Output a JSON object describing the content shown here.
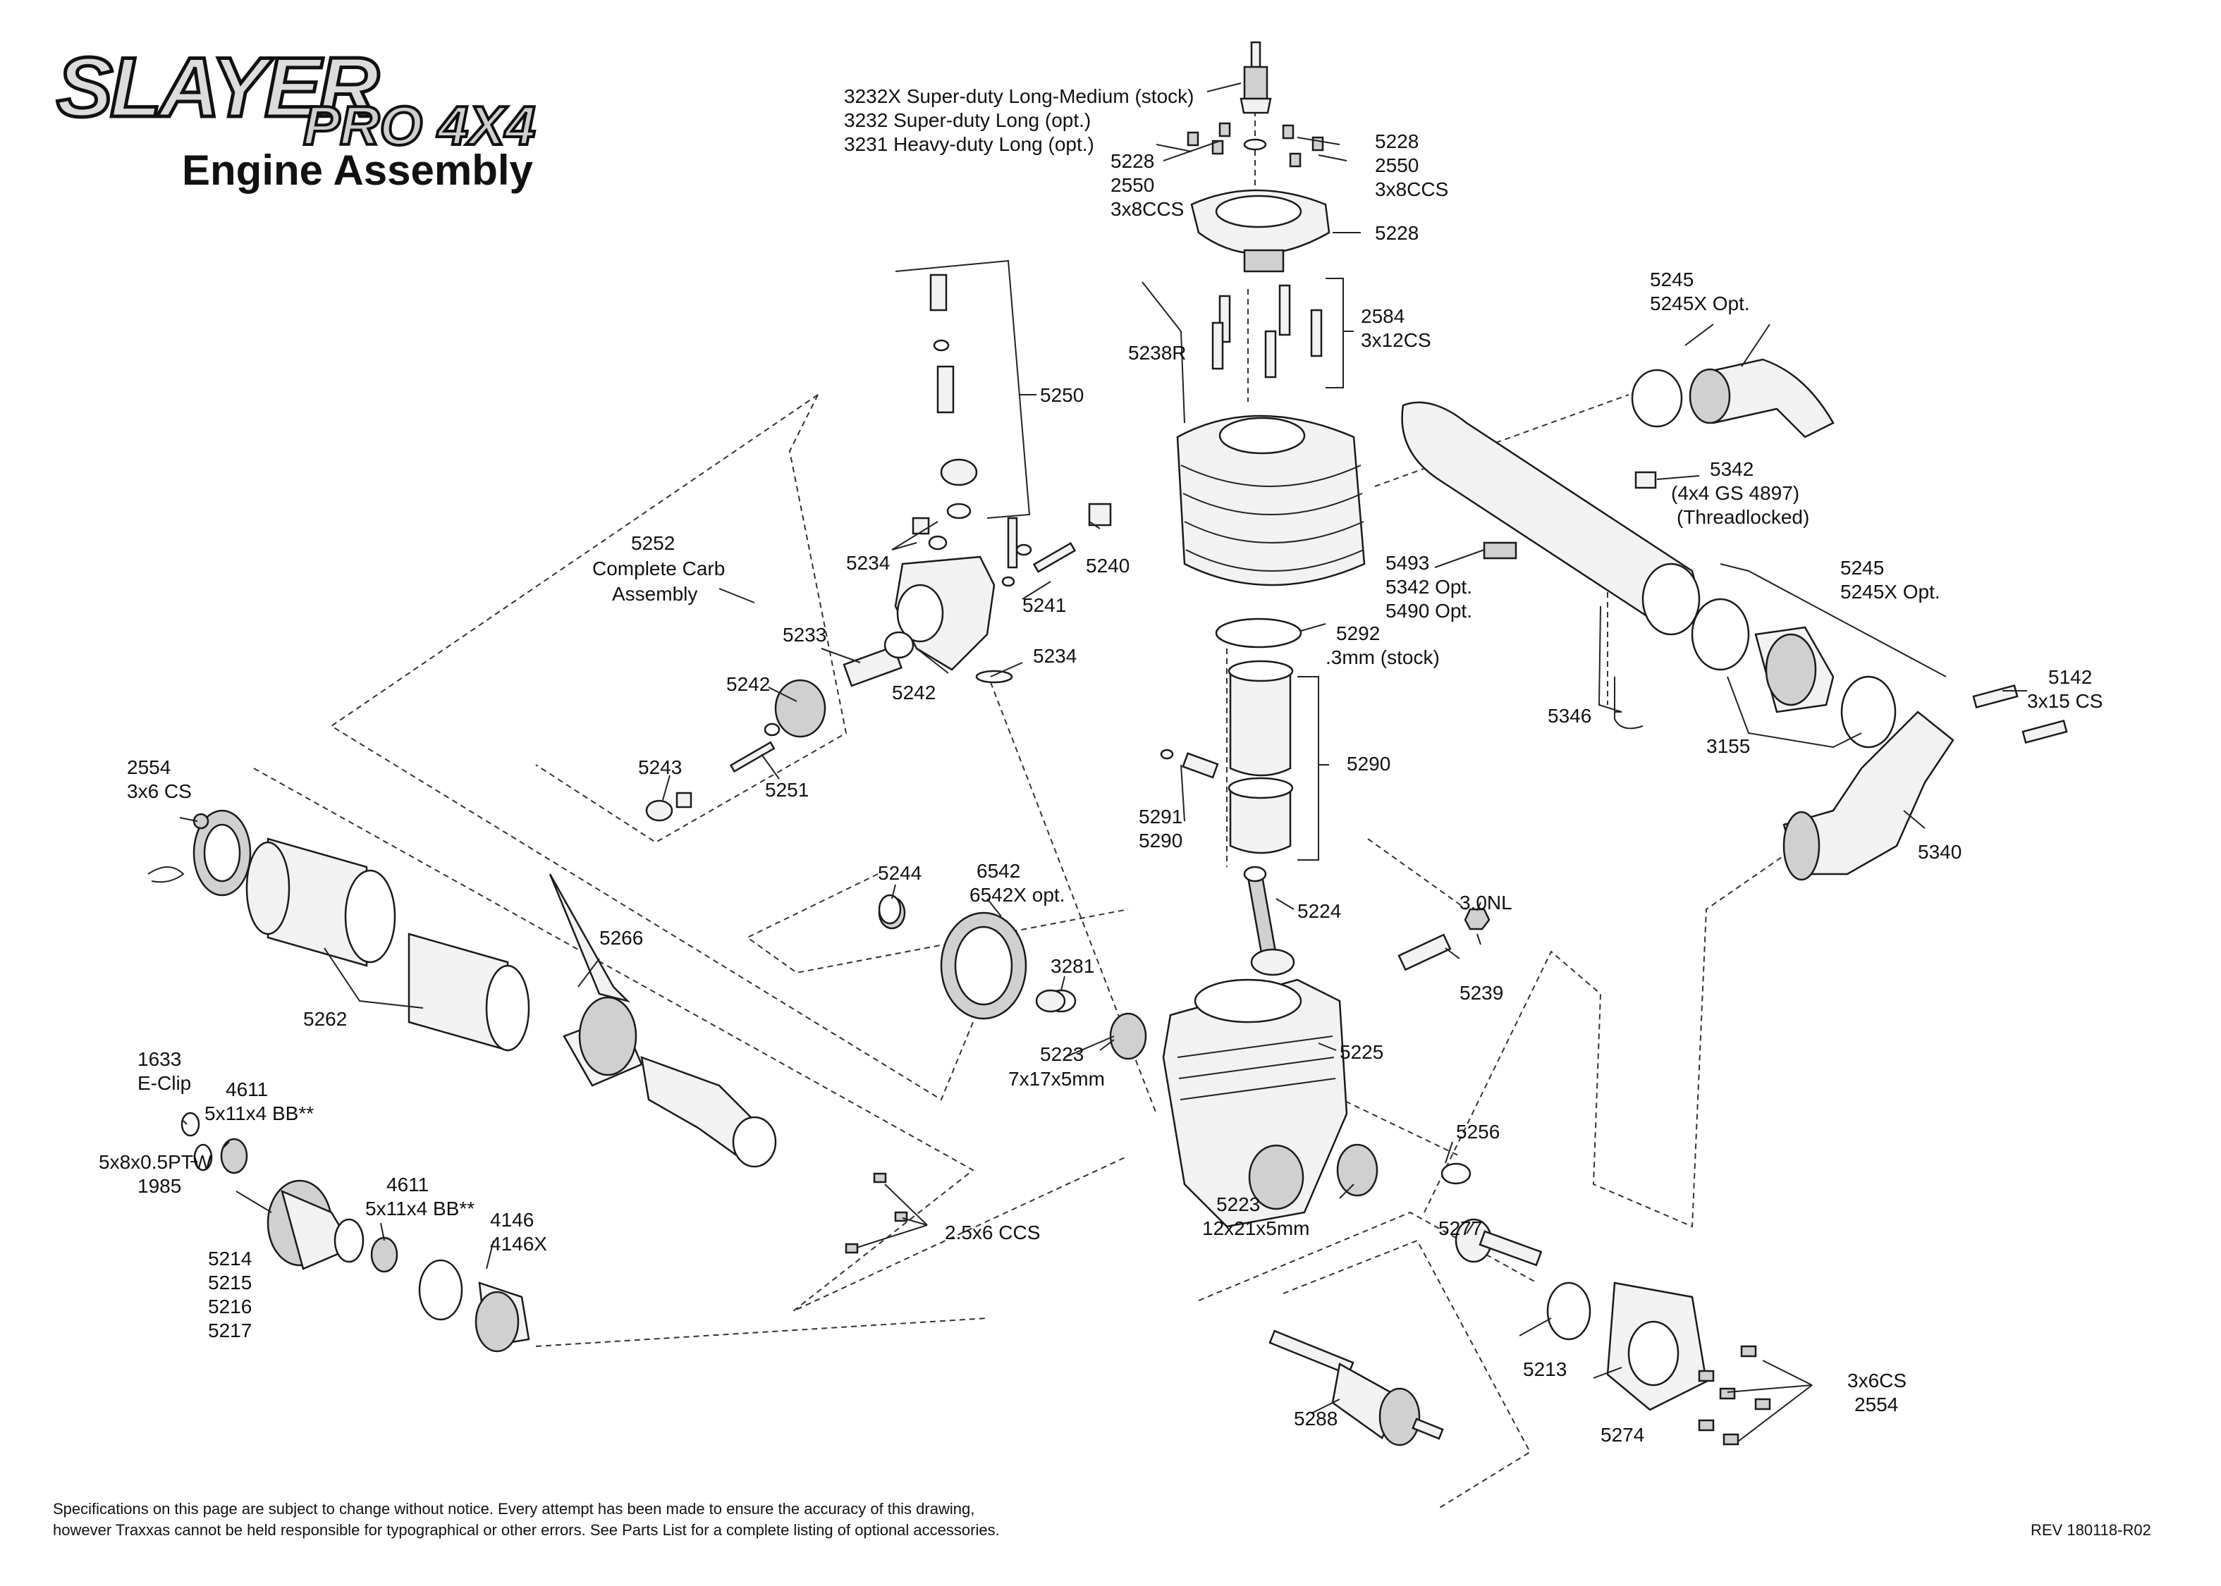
{
  "header": {
    "logo_main": "SLAYER",
    "logo_sub": "PRO 4X4",
    "title": "Engine Assembly"
  },
  "labels": {
    "plug_3232x": "3232X Super-duty Long-Medium (stock)",
    "plug_3232": "3232 Super-duty Long (opt.)",
    "plug_3231": "3231 Heavy-duty Long (opt.)",
    "hl_5228": "5228",
    "hl_2550": "2550",
    "hl_3x8ccs": "3x8CCS",
    "hr_5228": "5228",
    "hr_2550": "2550",
    "hr_3x8ccs": "3x8CCS",
    "head_5228": "5228",
    "s_2584": "2584",
    "s_3x12cs": "3x12CS",
    "cyl_5238r": "5238R",
    "p5250": "5250",
    "carb_5252": "5252",
    "carb_complete": "Complete Carb",
    "carb_assembly": "Assembly",
    "p5234a": "5234",
    "p5240": "5240",
    "p5241": "5241",
    "p5233": "5233",
    "p5234b": "5234",
    "p5242a": "5242",
    "p5242b": "5242",
    "p5243": "5243",
    "p5251": "5251",
    "ex_5245a": "5245",
    "ex_5245xa": "5245X Opt.",
    "ex_5342": "5342",
    "ex_4x4gs": "(4x4 GS 4897)",
    "ex_threadlocked": "(Threadlocked)",
    "ex_5493": "5493",
    "ex_5342opt": "5342 Opt.",
    "ex_5490opt": "5490 Opt.",
    "ex_5245b": "5245",
    "ex_5245xb": "5245X Opt.",
    "ex_5346": "5346",
    "ex_3155": "3155",
    "ex_5142": "5142",
    "ex_3x15cs": "3x15 CS",
    "ex_5340": "5340",
    "g_5292": "5292",
    "g_3mm": ".3mm (stock)",
    "p5290": "5290",
    "pin_5291": "5291",
    "pin_5290": "5290",
    "p5224": "5224",
    "n_30nl": "3.0NL",
    "p5239": "5239",
    "p5225": "5225",
    "p5256": "5256",
    "b_5223a": "5223",
    "b_7x17": "7x17x5mm",
    "b_5223b": "5223",
    "b_12x21": "12x21x5mm",
    "p5277": "5277",
    "p5213": "5213",
    "p5274": "5274",
    "p5288": "5288",
    "s_3x6cs": "3x6CS",
    "s_2554r": "2554",
    "p5244": "5244",
    "fw_6542": "6542",
    "fw_6542x": "6542X opt.",
    "p3281": "3281",
    "l_2554": "2554",
    "l_3x6cs": "3x6 CS",
    "p5266": "5266",
    "p5262": "5262",
    "c_1633": "1633",
    "c_eclip": "E-Clip",
    "bb_4611a": "4611",
    "bb_5x11a": "5x11x4 BB**",
    "w_5x8": "5x8x0.5PTW",
    "w_1985": "1985",
    "bb_4611b": "4611",
    "bb_5x11b": "5x11x4 BB**",
    "sh_4146": "4146",
    "sh_4146x": "4146X",
    "cb_5214": "5214",
    "cb_5215": "5215",
    "cb_5216": "5216",
    "cb_5217": "5217",
    "s_25x6": "2.5x6 CCS"
  },
  "footer": {
    "line1": "Specifications on this page are subject to change without notice. Every attempt has been made to ensure the accuracy of this drawing,",
    "line2": "however Traxxas cannot be held responsible for typographical or other errors. See Parts List for a complete listing of optional accessories.",
    "rev": "REV 180118-R02"
  }
}
